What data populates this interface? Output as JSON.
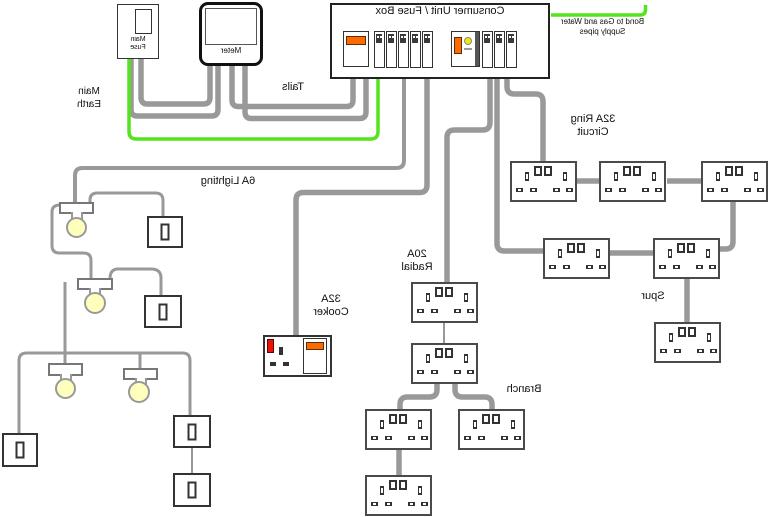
{
  "labels": {
    "consumer_unit_title": "Consumer Unit / Fuse Box",
    "main_fuse": "Main\nFuse",
    "meter": "Meter",
    "tails": "Tails",
    "main_earth": "Main\nEarth",
    "bond_note": "Bond to Gas and Water\nSupply pipes",
    "lighting_circuit": "6A Lighting",
    "cooker_circuit": "32A\nCooker",
    "radial_circuit": "20A\nRadial",
    "ring_circuit": "32A Ring\nCircuit",
    "branch": "Branch",
    "spur": "Spur"
  },
  "colors": {
    "wire_gray": "#999999",
    "earth_green": "#54e41b",
    "accent_orange": "#ff6a00",
    "indicator_red": "#e81309",
    "rcd_test_yellow": "#f4e800",
    "bulb_yellow": "#ffffbd"
  }
}
